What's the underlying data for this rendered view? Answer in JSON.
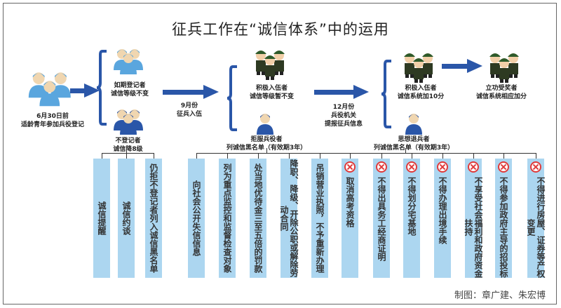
{
  "title": "征兵工作在“诚信体系”中的运用",
  "nodes": {
    "start": "6月30日前\n适龄青年参加兵役登记",
    "registered": "如期登记者\n诚信等级不变",
    "not_registered": "不登记者\n诚信降8级",
    "step1": "9月份\n征兵入伍",
    "enlisted": "积极入伍者\n诚信等级暂不变",
    "refuse": "拒服兵役者\n列诚信黑名单（有效期3年）",
    "step2": "12月份\n兵役机关\n提报征兵信息",
    "active": "积极入伍者\n诚信系统加10分",
    "deserter": "思想退兵者\n列诚信黑名单（有效期3年）",
    "merit": "立功受奖者\n诚信系统相应加分"
  },
  "group1": [
    "诚信提醒",
    "诚信约谈",
    "仍拒不登记者列入诚信黑名单"
  ],
  "group2": [
    "向社会公开失信信息",
    "列为重点监控和监督检查对象",
    "处当地优待金三至五倍的罚款",
    "降职、降级、开除公职或解除劳动合同",
    "吊销营业执照，不予重新办理"
  ],
  "group3": [
    "取消高考资格",
    "不得出具务工经商证明",
    "不得划分宅基地",
    "不得办理出境手续",
    "不享受社会福利和政府资金扶持",
    "不得参加政府主导的招投标",
    "不得进行房屋、证券等产权变更"
  ],
  "credit": "制图：章广建、朱宏博",
  "colors": {
    "arrow": "#2a56a8",
    "box": "#acd6f0",
    "person": "#4a9ad6",
    "soldier": "#2e5a2a",
    "x_icon": "#e03a3a"
  }
}
